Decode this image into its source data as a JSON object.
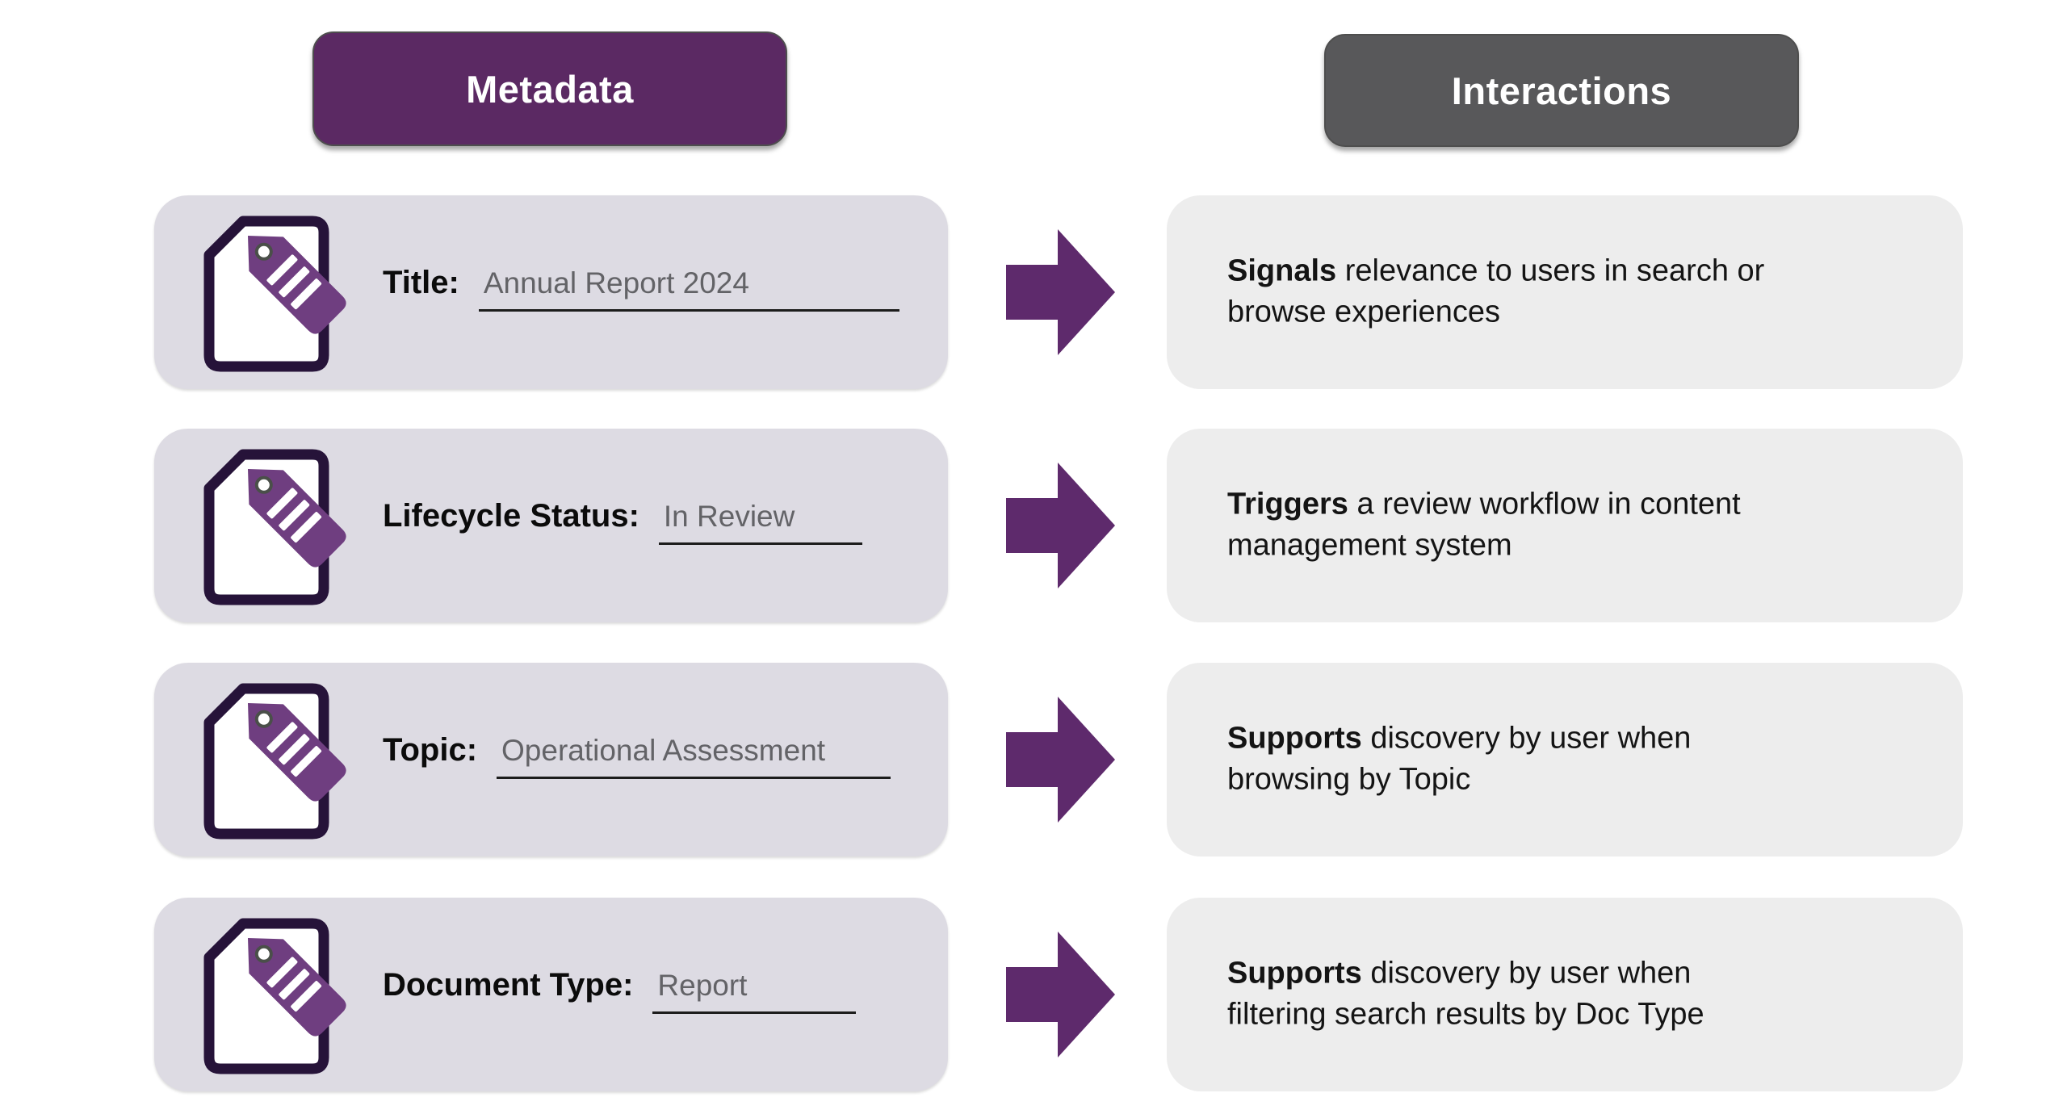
{
  "headers": {
    "metadata": {
      "label": "Metadata"
    },
    "interactions": {
      "label": "Interactions"
    }
  },
  "colors": {
    "metadata_badge": "#5B2963",
    "interactions_badge": "#58585A",
    "metadata_card": "#DDDBE3",
    "interaction_card": "#EDEDED",
    "arrow": "#5E2A6C",
    "tag": "#6F3E80",
    "document_outline": "#261339",
    "value_text": "#636367",
    "underline": "#1c1c1c"
  },
  "rows": [
    {
      "icon": "document-tag-icon",
      "field": {
        "label": "Title:",
        "value": "Annual Report 2024"
      },
      "interaction": {
        "lead": "Signals",
        "line1_rest": " relevance to users in search or",
        "line2": "browse experiences"
      }
    },
    {
      "icon": "document-tag-icon",
      "field": {
        "label": "Lifecycle Status:",
        "value": "In Review"
      },
      "interaction": {
        "lead": "Triggers",
        "line1_rest": " a review workflow in content",
        "line2": "management system"
      }
    },
    {
      "icon": "document-tag-icon",
      "field": {
        "label": "Topic:",
        "value": "Operational Assessment"
      },
      "interaction": {
        "lead": "Supports",
        "line1_rest": " discovery by user when",
        "line2": "browsing by Topic"
      }
    },
    {
      "icon": "document-tag-icon",
      "field": {
        "label": "Document Type:",
        "value": "Report"
      },
      "interaction": {
        "lead": "Supports",
        "line1_rest": " discovery by user when",
        "line2": "filtering search results by Doc Type"
      }
    }
  ]
}
